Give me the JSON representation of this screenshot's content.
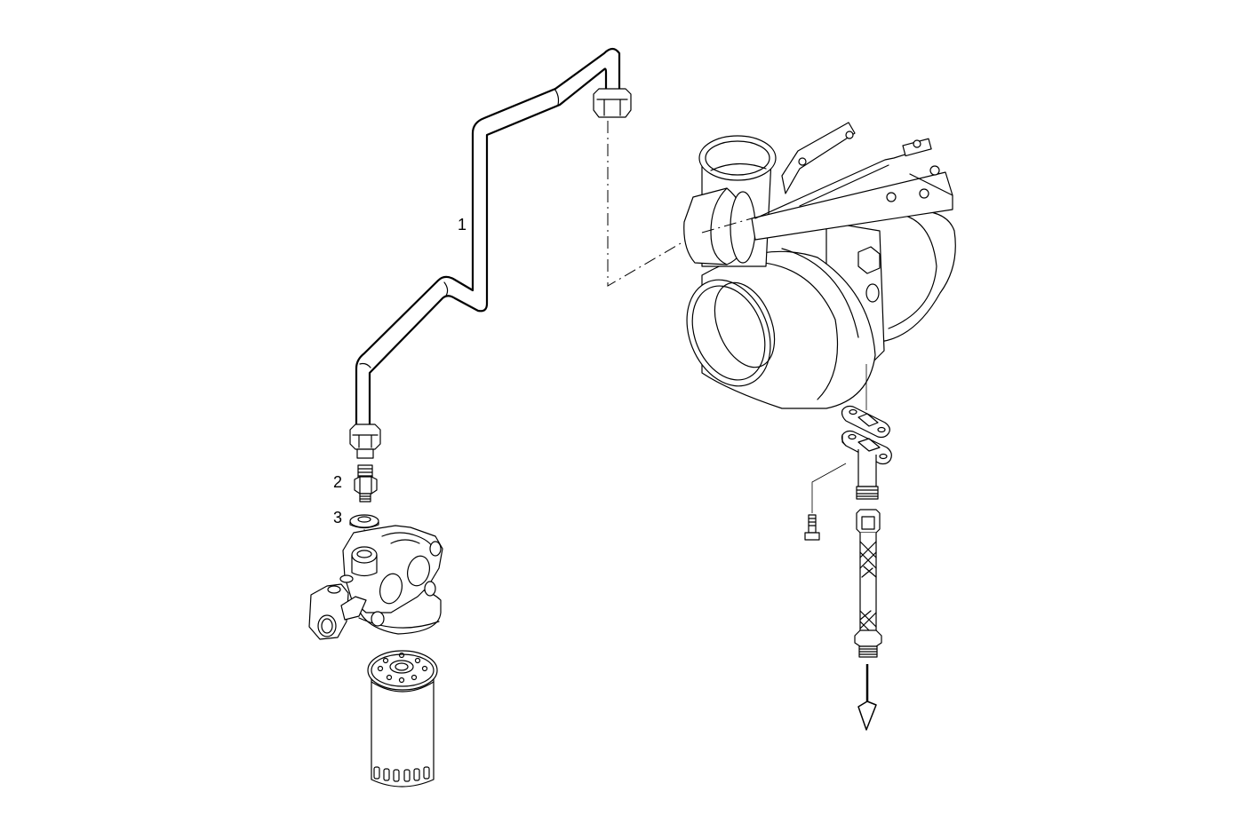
{
  "diagram": {
    "type": "exploded-parts-view",
    "background": "#ffffff",
    "line_color": "#000000",
    "callouts": [
      {
        "id": "1",
        "label": "1",
        "part": "oil feed pipe"
      },
      {
        "id": "2",
        "label": "2",
        "part": "union fitting"
      },
      {
        "id": "3",
        "label": "3",
        "part": "sealing washer"
      }
    ],
    "components": [
      {
        "name": "oil-feed-pipe",
        "callout": "1"
      },
      {
        "name": "union-fitting",
        "callout": "2"
      },
      {
        "name": "sealing-washer",
        "callout": "3"
      },
      {
        "name": "oil-filter-head",
        "callout": ""
      },
      {
        "name": "oil-filter-cartridge",
        "callout": ""
      },
      {
        "name": "turbocharger",
        "callout": ""
      },
      {
        "name": "drain-gaskets",
        "callout": ""
      },
      {
        "name": "drain-tube",
        "callout": ""
      },
      {
        "name": "flange-bolt",
        "callout": ""
      },
      {
        "name": "braided-drain-hose",
        "callout": ""
      },
      {
        "name": "flow-direction-arrow",
        "callout": ""
      }
    ]
  }
}
